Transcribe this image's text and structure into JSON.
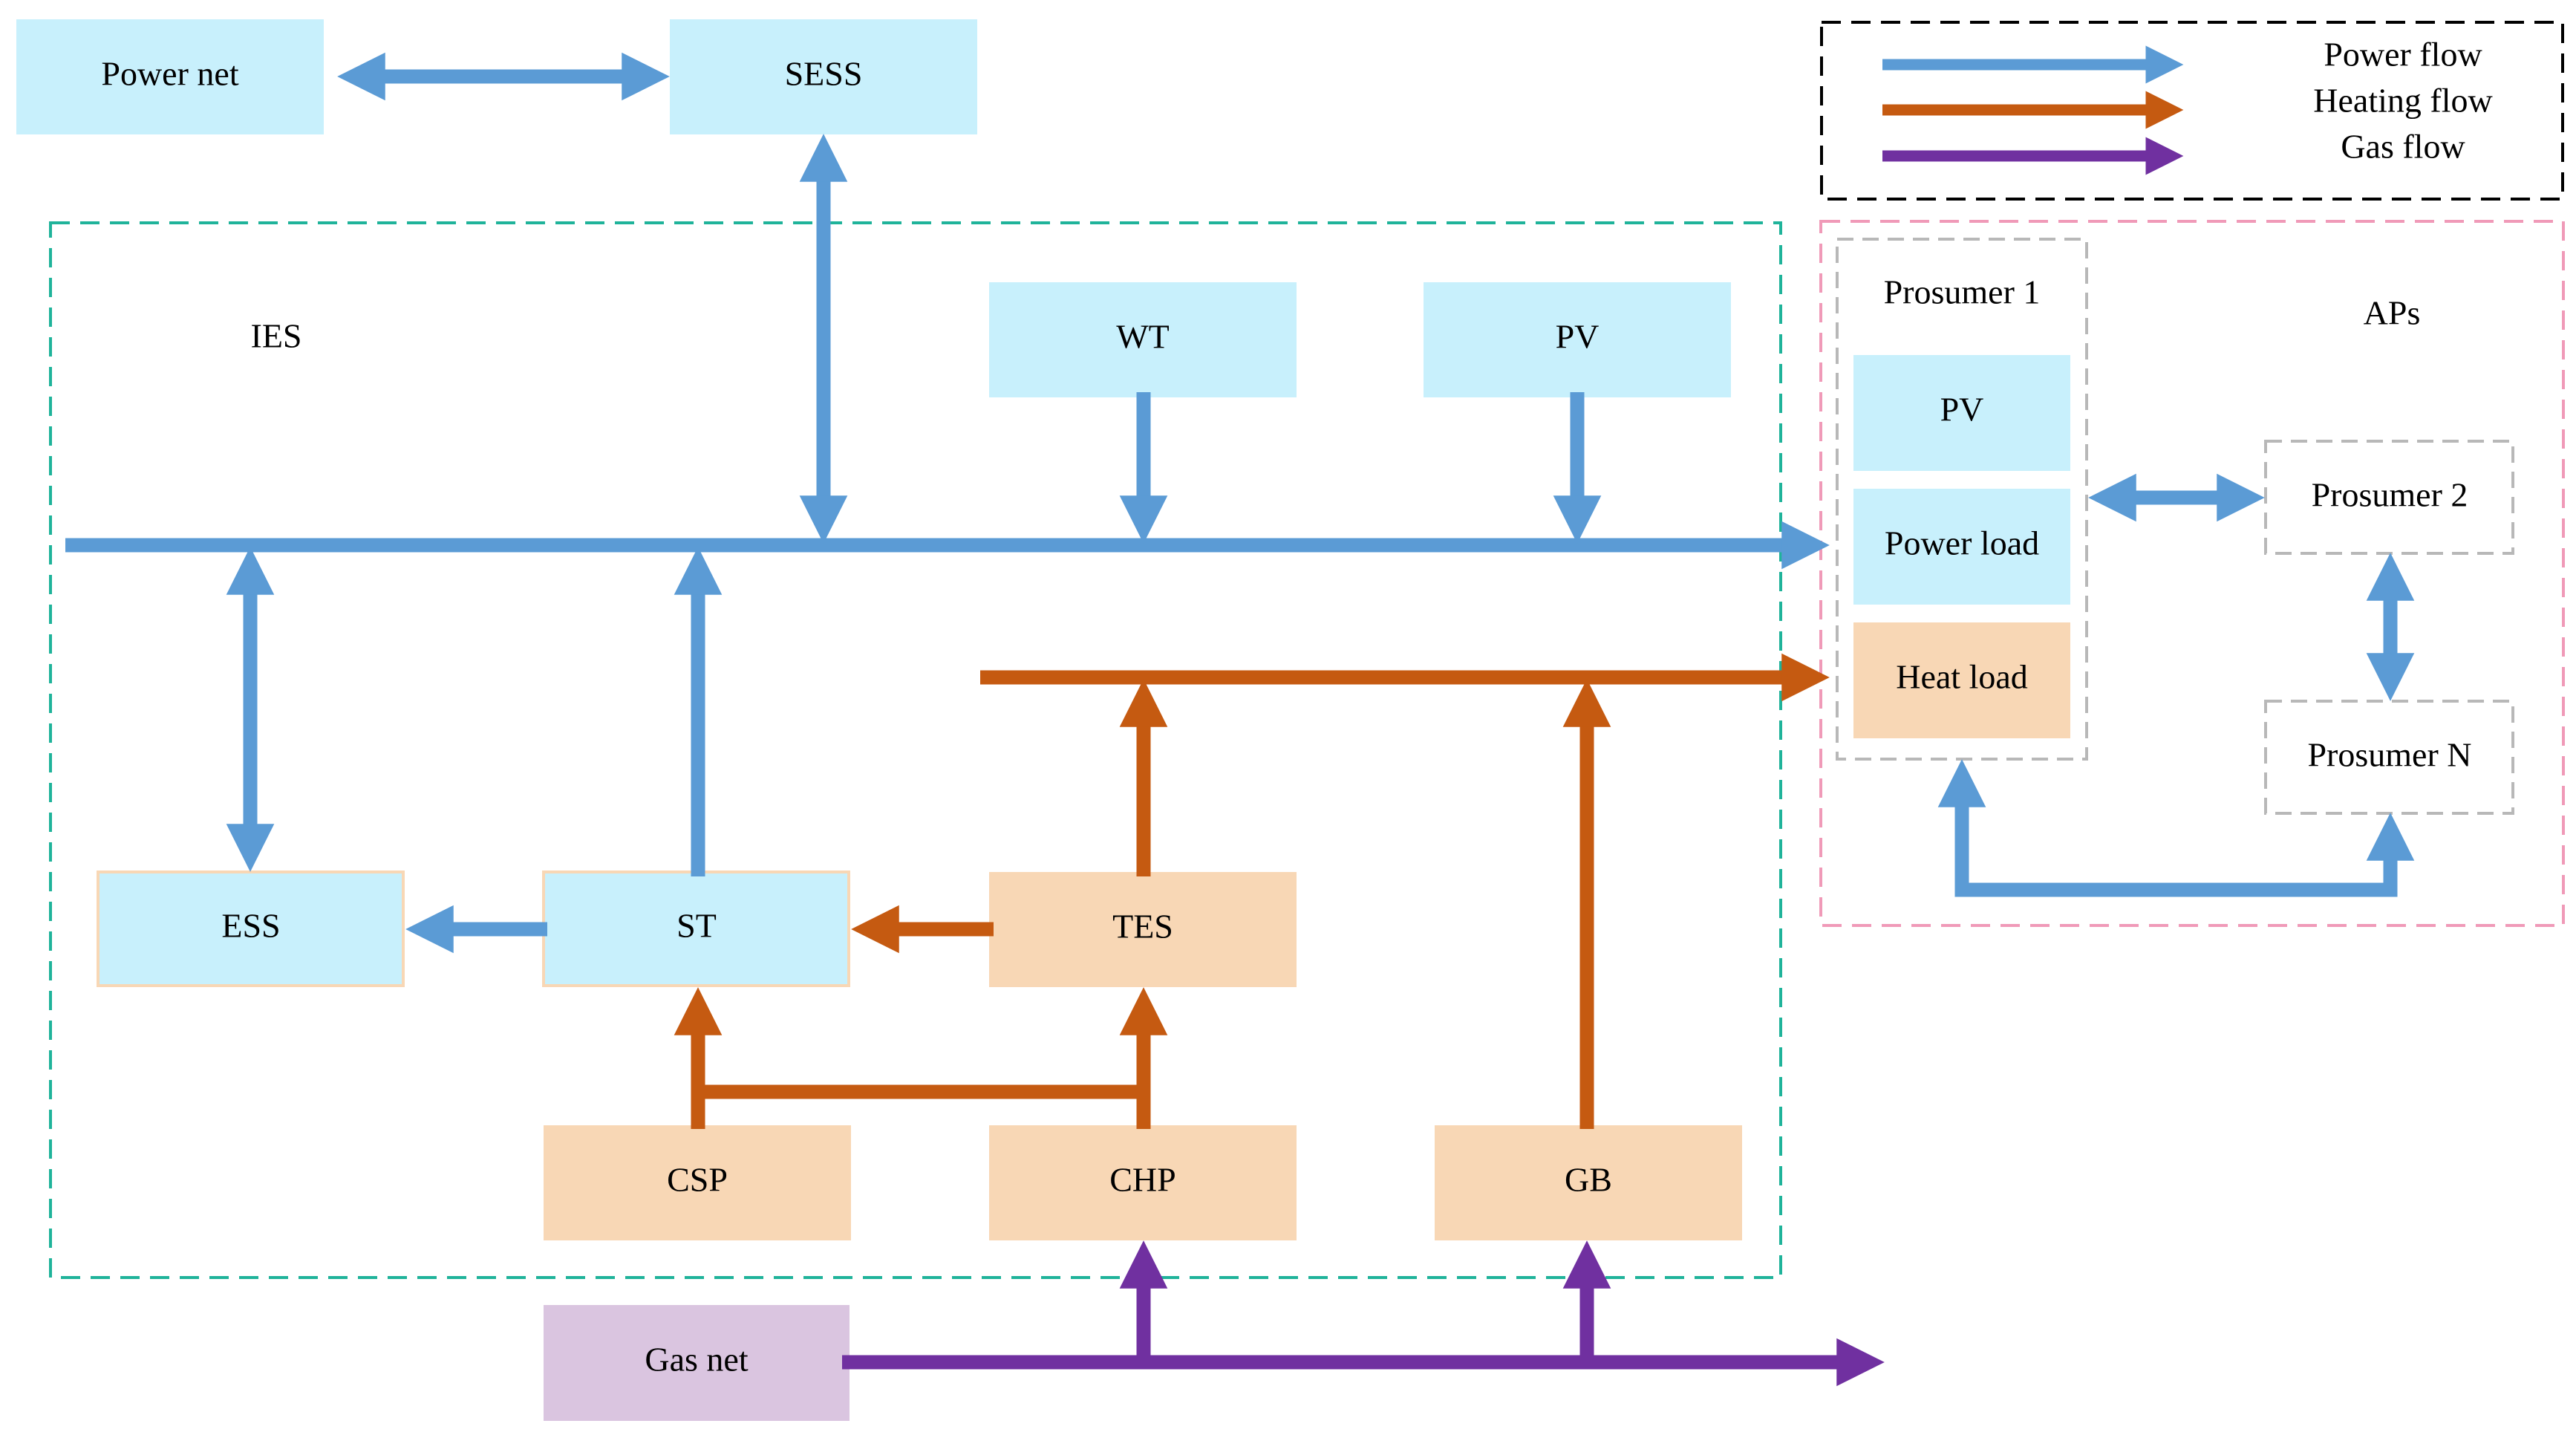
{
  "colors": {
    "power": "#5b9bd5",
    "heat": "#c55a11",
    "gas": "#7030a0",
    "blue_box": "#c8f0fc",
    "orange_box": "#f8d7b5",
    "gas_box": "#dac5e0",
    "ies_border": "#1fb39a",
    "aps_border": "#f09ab8",
    "legend_border": "#000000",
    "prosumer_border": "#b8b8b8"
  },
  "legend": {
    "power": "Power flow",
    "heat": "Heating flow",
    "gas": "Gas flow"
  },
  "regions": {
    "ies": "IES",
    "aps": "APs"
  },
  "nodes": {
    "power_net": "Power net",
    "sess": "SESS",
    "wt": "WT",
    "pv": "PV",
    "ess": "ESS",
    "st": "ST",
    "tes": "TES",
    "csp": "CSP",
    "chp": "CHP",
    "gb": "GB",
    "gas_net": "Gas net"
  },
  "prosumer1": {
    "title": "Prosumer 1",
    "pv": "PV",
    "power_load": "Power load",
    "heat_load": "Heat load"
  },
  "prosumer2": "Prosumer 2",
  "prosumerN": "Prosumer N"
}
